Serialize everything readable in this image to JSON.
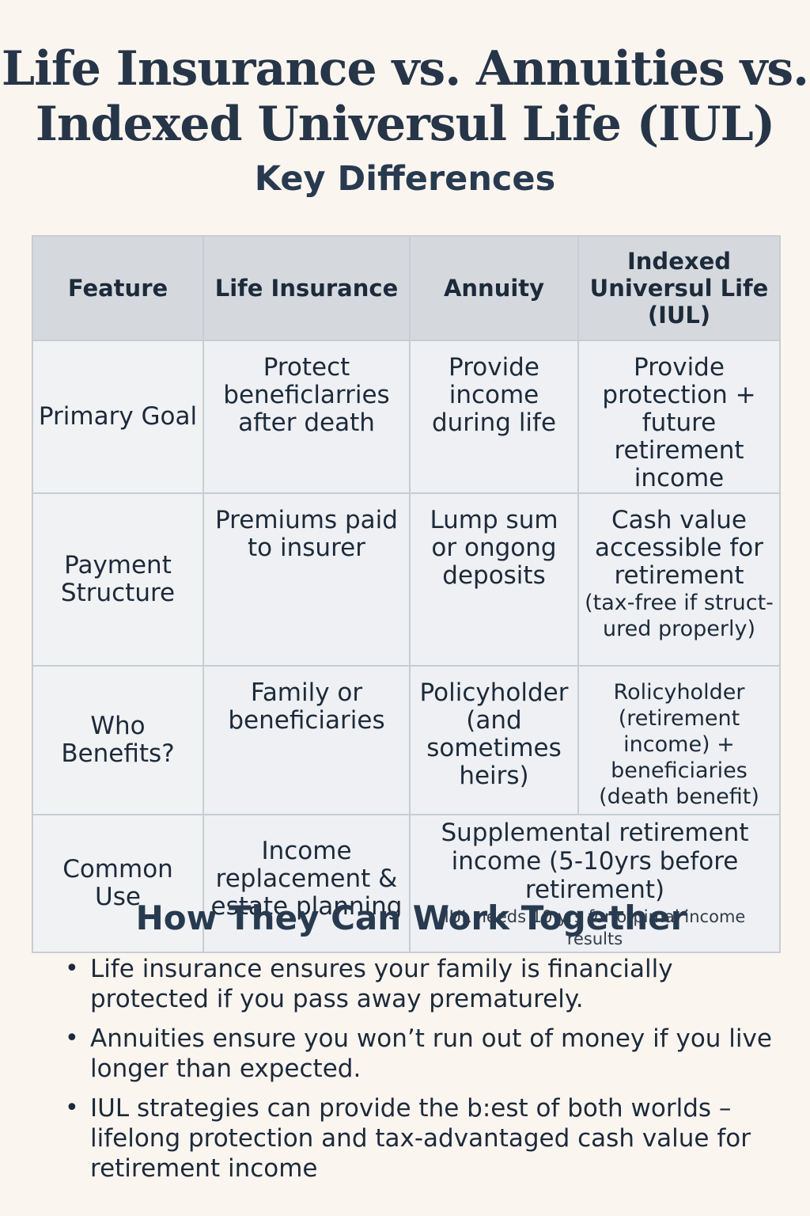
{
  "header": {
    "title_line1": "Life Insurance vs. Annuities vs.",
    "title_line2": "Indexed Universul Life (IUL)",
    "subtitle": "Key Differences"
  },
  "table": {
    "headers": [
      "Feature",
      "Life Insurance",
      "Annuity",
      "Indexed Universul Life (IUL)"
    ],
    "rows": [
      {
        "feature": "Primary Goal",
        "life_insurance": "Protect beneficlarries after death",
        "annuity": "Provide income during life",
        "iul": "Provide protection + future retirement income"
      },
      {
        "feature": "Payment Structure",
        "life_insurance": "Premiums paid to insurer",
        "annuity": "Lump sum or ongong deposits",
        "iul": "Cash value accessible for retirement",
        "iul_note": "(tax-free if struct-ured properly)"
      },
      {
        "feature": "Who Benefits?",
        "life_insurance": "Family or beneficiaries",
        "annuity": "Policyholder (and sometimes heirs)",
        "iul": "Rolicyholder (retirement income) + beneficiaries (death benefit)"
      },
      {
        "feature": "Common Use",
        "life_insurance": "Income replacement & estate planning",
        "annuity_iul_merged": "Supplemental retirement income (5-10yrs before retirement)",
        "merged_note": "IUL needs 10 yrs for otpimal income results"
      }
    ]
  },
  "together": {
    "heading": "How They Can Work Together",
    "bullet_symbol": "•",
    "bullets": [
      "Life insurance ensures your family is financially protected if you pass away prematurely.",
      "Annuities ensure you won’t run out of money if you live longer than expected.",
      "IUL strategies can provide the b:est of both worlds – lifelong protection and tax-advantaged cash value for retirement income"
    ]
  }
}
